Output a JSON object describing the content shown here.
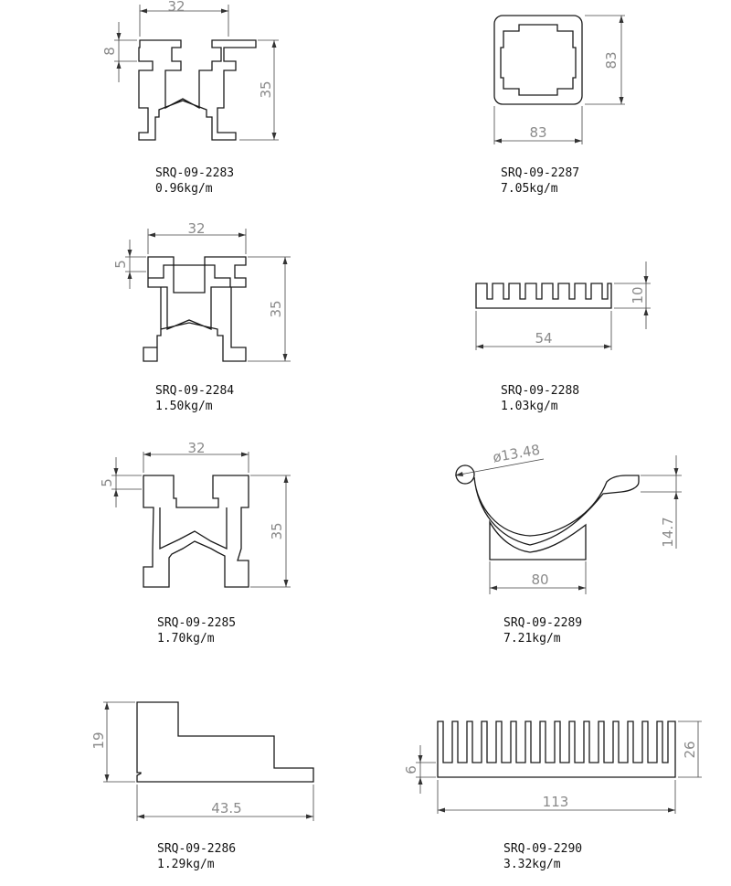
{
  "profiles": [
    {
      "code": "SRQ-09-2283",
      "weight": "0.96kg/m",
      "dims": [
        "32",
        "8",
        "35"
      ]
    },
    {
      "code": "SRQ-09-2287",
      "weight": "7.05kg/m",
      "dims": [
        "83",
        "83"
      ]
    },
    {
      "code": "SRQ-09-2284",
      "weight": "1.50kg/m",
      "dims": [
        "32",
        "5",
        "35"
      ]
    },
    {
      "code": "SRQ-09-2288",
      "weight": "1.03kg/m",
      "dims": [
        "10",
        "54"
      ]
    },
    {
      "code": "SRQ-09-2285",
      "weight": "1.70kg/m",
      "dims": [
        "32",
        "5",
        "35"
      ]
    },
    {
      "code": "SRQ-09-2289",
      "weight": "7.21kg/m",
      "dims": [
        "ø13.48",
        "14.7",
        "80"
      ]
    },
    {
      "code": "SRQ-09-2286",
      "weight": "1.29kg/m",
      "dims": [
        "19",
        "43.5"
      ]
    },
    {
      "code": "SRQ-09-2290",
      "weight": "3.32kg/m",
      "dims": [
        "6",
        "113",
        "26"
      ]
    }
  ]
}
